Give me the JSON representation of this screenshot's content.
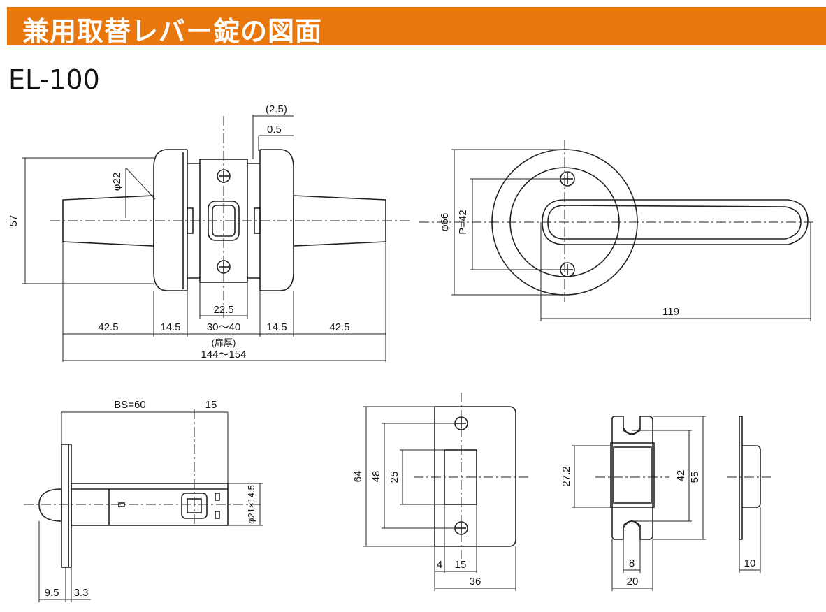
{
  "header": {
    "title": "兼用取替レバー錠の図面"
  },
  "model": "EL-100",
  "lever_lock": {
    "height": "57",
    "knob_dia": "φ22",
    "top_gap": "(2.5)",
    "rose_gap": "0.5",
    "center_width": "22.5",
    "left_lever": "42.5",
    "left_rose": "14.5",
    "door_thickness": "30〜40",
    "door_thickness_label": "(扉厚)",
    "right_rose": "14.5",
    "right_lever": "42.5",
    "total_length": "144〜154"
  },
  "handle_view": {
    "rose_dia": "φ66",
    "pitch": "P=42",
    "lever_length": "119"
  },
  "latch": {
    "backset": "BS=60",
    "latch_head": "15",
    "case_size": "φ21×14.5",
    "face_width": "9.5",
    "face_thickness": "3.3"
  },
  "front_plate": {
    "height": "64",
    "screw_pitch": "48",
    "hole_height": "25",
    "offset": "4",
    "hole_width": "15",
    "width": "36"
  },
  "strike": {
    "hole_height": "27.2",
    "pitch": "42",
    "height": "55",
    "slot_width": "8",
    "width": "20"
  },
  "strike_side": {
    "depth": "10"
  }
}
